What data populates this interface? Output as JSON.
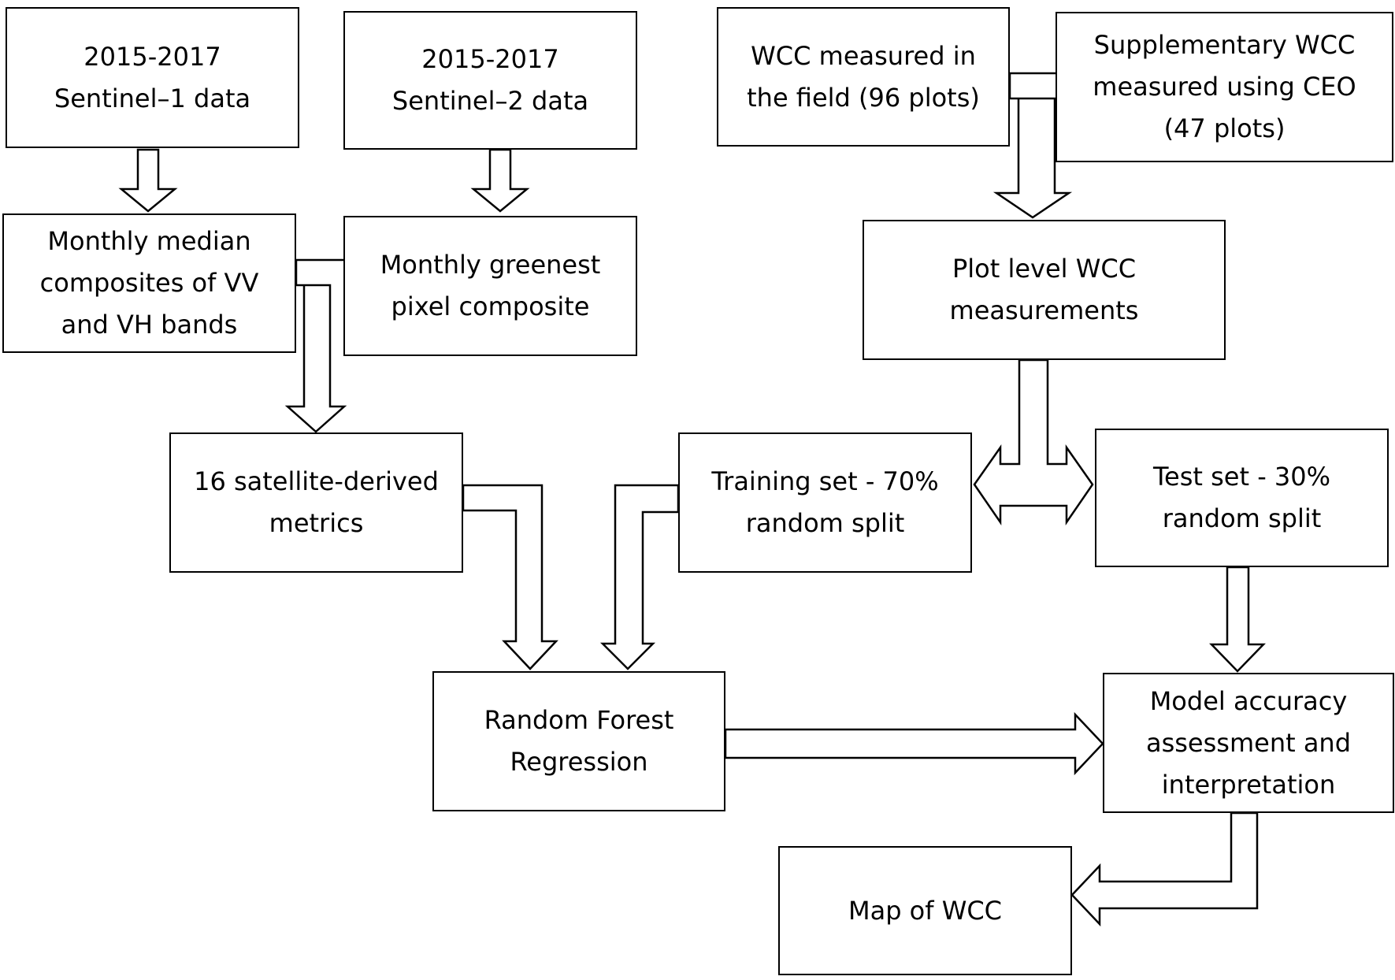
{
  "boxes": {
    "s1_data": {
      "lines": [
        "2015-2017",
        "Sentinel–1 data"
      ]
    },
    "s2_data": {
      "lines": [
        "2015-2017",
        "Sentinel–2 data"
      ]
    },
    "wcc_field": {
      "lines": [
        "WCC measured in",
        "the field (96 plots)"
      ]
    },
    "wcc_ceo": {
      "lines": [
        "Supplementary WCC",
        "measured using CEO",
        "(47 plots)"
      ]
    },
    "median_composites": {
      "lines": [
        "Monthly median",
        "composites of VV",
        "and VH bands"
      ]
    },
    "greenest_composite": {
      "lines": [
        "Monthly greenest",
        "pixel composite"
      ]
    },
    "plot_level": {
      "lines": [
        "Plot level WCC",
        "measurements"
      ]
    },
    "satellite_metrics": {
      "lines": [
        "16 satellite-derived",
        "metrics"
      ]
    },
    "training_set": {
      "lines": [
        "Training set - 70%",
        "random split"
      ]
    },
    "test_set": {
      "lines": [
        "Test set - 30%",
        "random split"
      ]
    },
    "random_forest": {
      "lines": [
        "Random Forest",
        "Regression"
      ]
    },
    "accuracy": {
      "lines": [
        "Model accuracy",
        "assessment and",
        "interpretation"
      ]
    },
    "map_wcc": {
      "lines": [
        "Map of WCC"
      ]
    }
  }
}
